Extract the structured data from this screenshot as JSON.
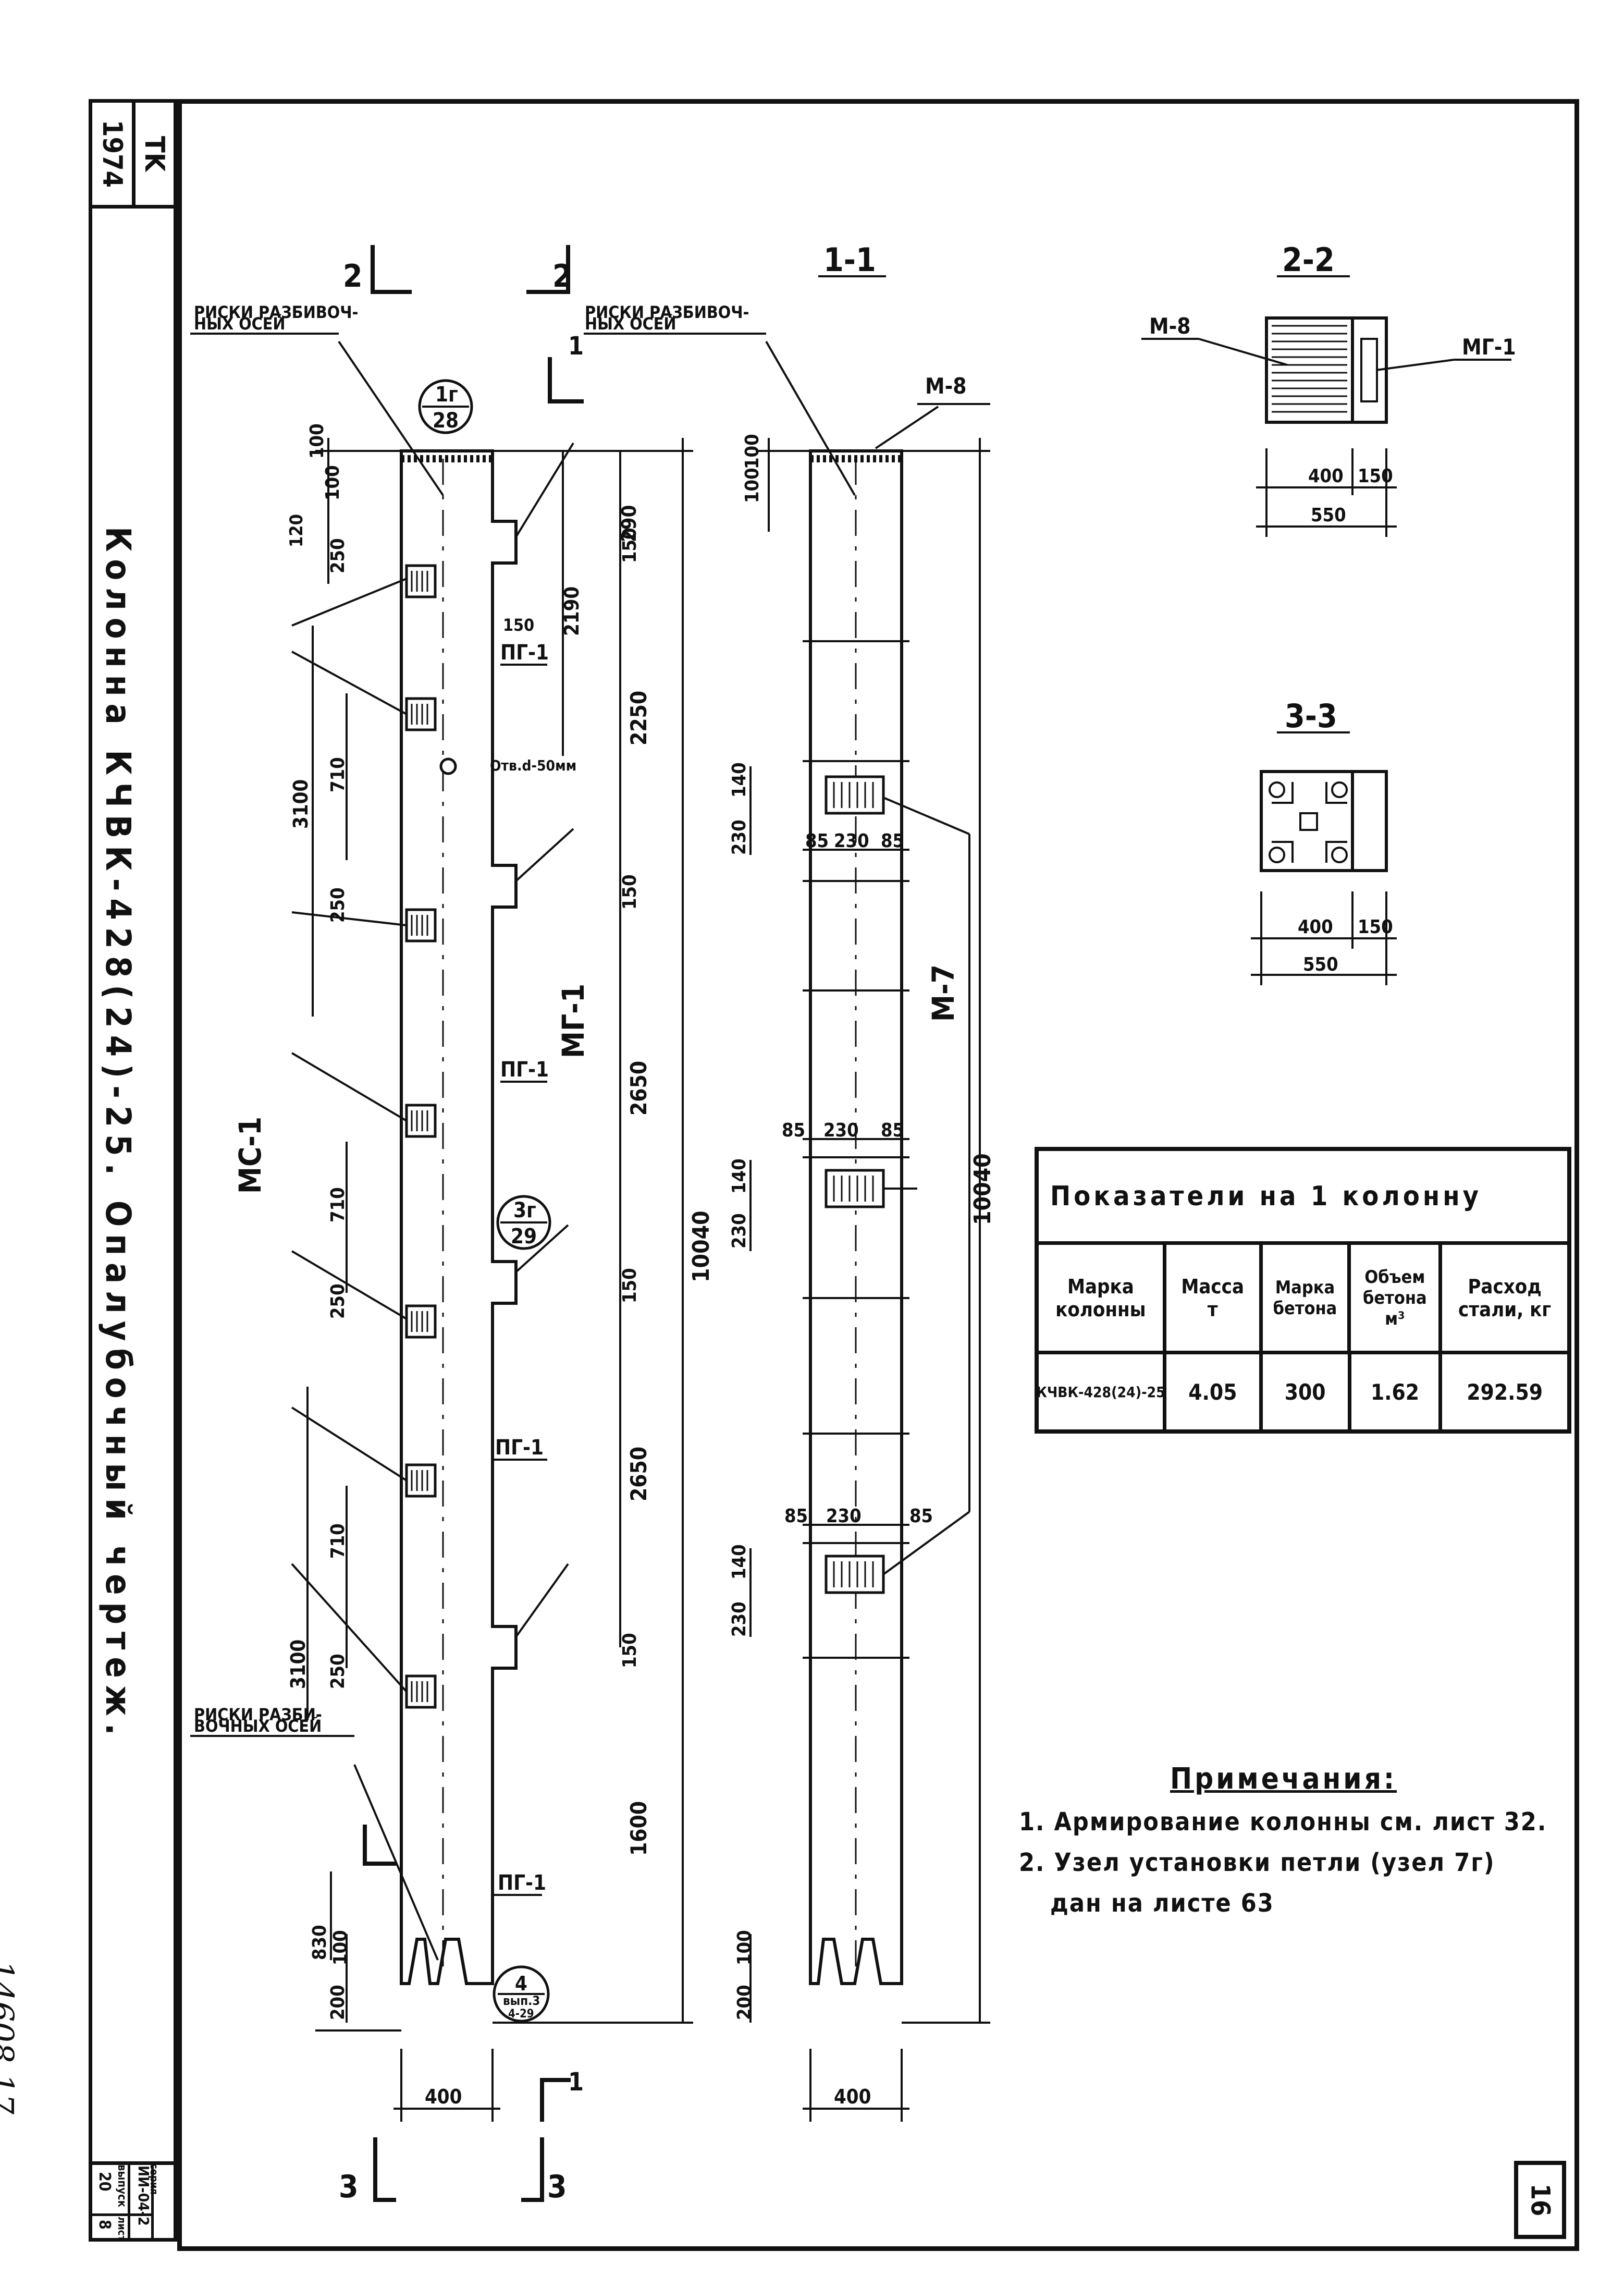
{
  "stamp": {
    "year": "1974",
    "code": "TK",
    "series_label": "серия",
    "series": "ИИ-04-2",
    "issue_label": "выпуск",
    "issue": "20",
    "sheet_label": "лист",
    "sheet": "8"
  },
  "title": "Колонна КЧВК-428(24)-25. Опалубочный чертеж.",
  "handwritten": "14608 17",
  "page_number": "16",
  "views": {
    "front": {
      "cut_top_left": "2",
      "cut_top_right": "2",
      "cut_side": "1",
      "cut_bottom_left": "3",
      "cut_bottom_right": "3",
      "cut_bottom_side": "1"
    },
    "section11": {
      "label": "1-1"
    },
    "section22": {
      "label": "2-2",
      "m8": "М-8",
      "mg1": "МГ-1",
      "d400": "400",
      "d150": "150",
      "d550": "550"
    },
    "section33": {
      "label": "3-3",
      "d400": "400",
      "d150": "150",
      "d550": "550"
    }
  },
  "labels": {
    "risks_a": "РИСКИ РАЗБИВОЧ-",
    "risks_b": "НЫХ ОСЕЙ",
    "risks2_a": "РИСКИ РАЗБИВОЧ-",
    "risks2_b": "НЫХ ОСЕЙ",
    "risks3_a": "РИСКИ РАЗБИ-",
    "risks3_b": "ВОЧНЫХ ОСЕЙ",
    "m8": "М-8",
    "m7": "М-7",
    "mg1": "МГ-1",
    "mc1": "МС-1",
    "pg1": "ПГ-1",
    "hole": "Отв.d-50мм",
    "node1_top": "1г",
    "node1_bot": "28",
    "node3_top": "3г",
    "node3_bot": "29",
    "node4_top": "4",
    "node4_mid": "вып.3",
    "node4_bot": "4-29"
  },
  "dims": {
    "front": {
      "d100a": "100",
      "d100b": "100",
      "d120": "120",
      "d250a": "250",
      "d3100a": "3100",
      "d710a": "710",
      "d250b": "250",
      "d710b": "710",
      "d250c": "250",
      "d710c": "710",
      "d3100b": "3100",
      "d250d": "250",
      "d830": "830",
      "d100c": "100",
      "d200": "200",
      "d290": "290",
      "d150a": "150",
      "d2190": "2190",
      "d150s": "150",
      "d2250": "2250",
      "d150b": "150",
      "d2650a": "2650",
      "d150c": "150",
      "d2650b": "2650",
      "d150d": "150",
      "d1600": "1600",
      "d10040": "10040",
      "d400": "400"
    },
    "section": {
      "d100a": "100",
      "d100b": "100",
      "d230a": "230",
      "d140a": "140",
      "d85a": "85",
      "d230w1": "230",
      "d85b": "85",
      "d85c": "85",
      "d230w2": "230",
      "d85d": "85",
      "d230b": "230",
      "d140b": "140",
      "d85e": "85",
      "d230w3": "230",
      "d85f": "85",
      "d230c": "230",
      "d140c": "140",
      "d200": "200",
      "d100c": "100",
      "d10040": "10040",
      "d400": "400"
    }
  },
  "table": {
    "caption": "Показатели на 1 колонну",
    "headers": [
      [
        "Марка",
        "колонны"
      ],
      [
        "Масса",
        "т"
      ],
      [
        "Марка",
        "бетона"
      ],
      [
        "Объем",
        "бетона м³"
      ],
      [
        "Расход",
        "стали, кг"
      ]
    ],
    "row": [
      "КЧВК-428(24)-25",
      "4.05",
      "300",
      "1.62",
      "292.59"
    ]
  },
  "notes": {
    "title": "Примечания:",
    "items": [
      "1. Армирование колонны см. лист 32.",
      "2. Узел установки петли (узел 7г)",
      "дан на листе 63"
    ]
  }
}
